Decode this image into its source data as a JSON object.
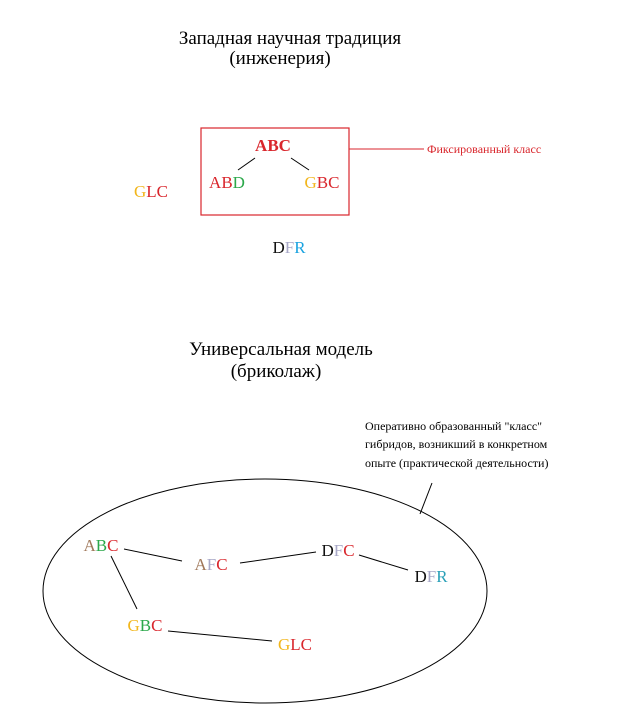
{
  "colors": {
    "red": "#d9262c",
    "green": "#2ba84a",
    "gold": "#f2b61c",
    "brown": "#a0785a",
    "grey": "#a9a9c8",
    "blue": "#1aa3e0",
    "black": "#111111",
    "teal": "#2aa0b8"
  },
  "top": {
    "title_line1": "Западная научная традиция",
    "title_line2": "(инженерия)",
    "root": {
      "letters": [
        "A",
        "B",
        "C"
      ],
      "colors": [
        "red",
        "red",
        "red"
      ]
    },
    "abd": {
      "letters": [
        "A",
        "B",
        "D"
      ],
      "colors": [
        "red",
        "red",
        "green"
      ]
    },
    "gbc": {
      "letters": [
        "G",
        "B",
        "C"
      ],
      "colors": [
        "gold",
        "red",
        "red"
      ]
    },
    "glc": {
      "letters": [
        "G",
        "L",
        "C"
      ],
      "colors": [
        "gold",
        "red",
        "red"
      ]
    },
    "dfr": {
      "letters": [
        "D",
        "F",
        "R"
      ],
      "colors": [
        "black",
        "grey",
        "blue"
      ]
    },
    "callout": "Фиксированный класс"
  },
  "bottom": {
    "title_line1": "Универсальная модель",
    "title_line2": "(бриколаж)",
    "note_lines": [
      "Оперативно образованный \"класс\"",
      "гибридов, возникший в конкретном",
      "опыте (практической деятельности)"
    ],
    "abc": {
      "letters": [
        "A",
        "B",
        "C"
      ],
      "colors": [
        "brown",
        "green",
        "red"
      ]
    },
    "afc": {
      "letters": [
        "A",
        "F",
        "C"
      ],
      "colors": [
        "brown",
        "grey",
        "red"
      ]
    },
    "dfc": {
      "letters": [
        "D",
        "F",
        "C"
      ],
      "colors": [
        "black",
        "grey",
        "red"
      ]
    },
    "dfr": {
      "letters": [
        "D",
        "F",
        "R"
      ],
      "colors": [
        "black",
        "grey",
        "teal"
      ]
    },
    "gbc": {
      "letters": [
        "G",
        "B",
        "C"
      ],
      "colors": [
        "gold",
        "green",
        "red"
      ]
    },
    "glc": {
      "letters": [
        "G",
        "L",
        "C"
      ],
      "colors": [
        "gold",
        "red",
        "red"
      ]
    }
  }
}
